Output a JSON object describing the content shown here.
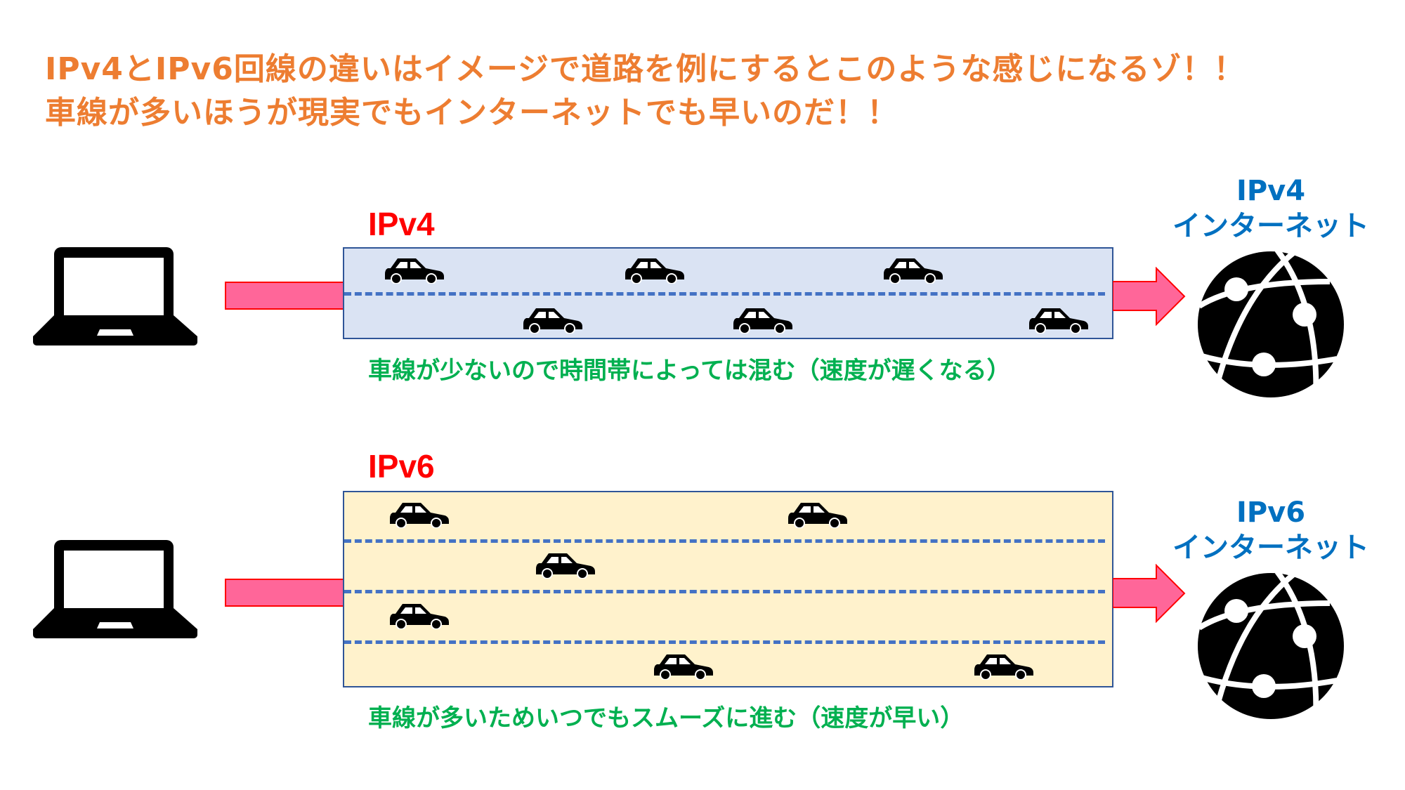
{
  "title": {
    "line1": "IPv4とIPv6回線の違いはイメージで道路を例にするとこのような感じになるゾ！！",
    "line2": "車線が多いほうが現実でもインターネットでも早いのだ！！"
  },
  "ipv4": {
    "label": "IPv4",
    "internet_line1": "IPv4",
    "internet_line2": "インターネット",
    "note": "車線が少ないので時間帯によっては混む（速度が遅くなる）",
    "lanes": 2,
    "cars": 6
  },
  "ipv6": {
    "label": "IPv6",
    "internet_line1": "IPv6",
    "internet_line2": "インターネット",
    "note": "車線が多いためいつでもスムーズに進む（速度が早い）",
    "lanes": 4,
    "cars": 6
  },
  "colors": {
    "title": "#ED7D31",
    "protocol_label": "#FF0000",
    "internet_label": "#0070C0",
    "note": "#00B050",
    "ipv4_road": "#DAE3F3",
    "ipv6_road": "#FFF2CC",
    "lane_line": "#4472C4",
    "arrow": "#FF6699"
  }
}
